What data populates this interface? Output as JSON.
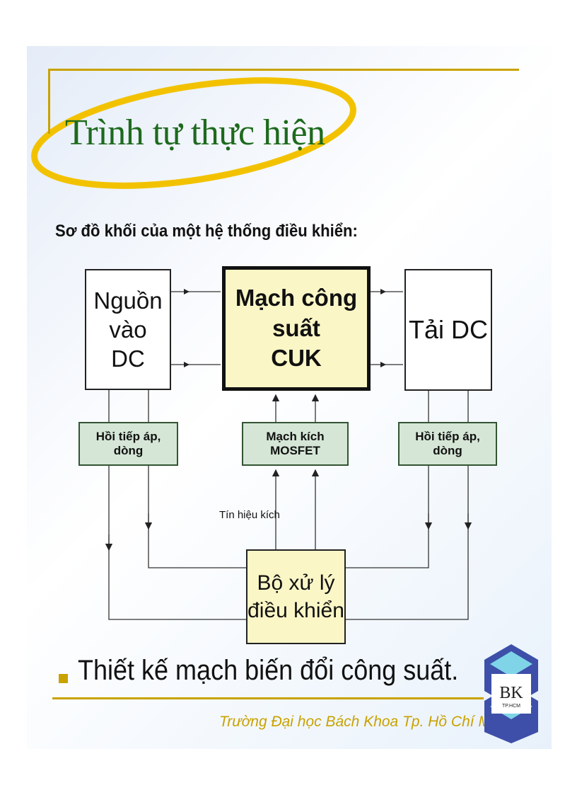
{
  "slide": {
    "title": "Trình tự thực hiện",
    "subtitle": "Sơ đồ khối của một hệ thống điều khiển:",
    "bullet": "Thiết kế mạch biến đổi công suất.",
    "footer": "Trường Đại học Bách Khoa Tp. Hồ Chí Minh"
  },
  "diagram": {
    "source": {
      "line1": "Nguồn vào",
      "line2": "DC"
    },
    "power": {
      "line1": "Mạch công suất",
      "line2": "CUK"
    },
    "load": {
      "label": "Tải DC"
    },
    "feedback_left": {
      "label": "Hồi tiếp áp, dòng"
    },
    "driver": {
      "label": "Mạch kích MOSFET"
    },
    "feedback_right": {
      "label": "Hồi tiếp áp, dòng"
    },
    "controller": {
      "line1": "Bộ xử lý",
      "line2": "điều khiển"
    },
    "signal_label": "Tín hiệu kích"
  },
  "logo": {
    "text": "BK",
    "subtext": "TP.HCM"
  },
  "colors": {
    "gold": "#c9a200",
    "title_green": "#1d6a1d",
    "box_yellow": "#fbf6c6",
    "box_green": "#d5e6d6",
    "logo_blue": "#3d4fa8"
  }
}
